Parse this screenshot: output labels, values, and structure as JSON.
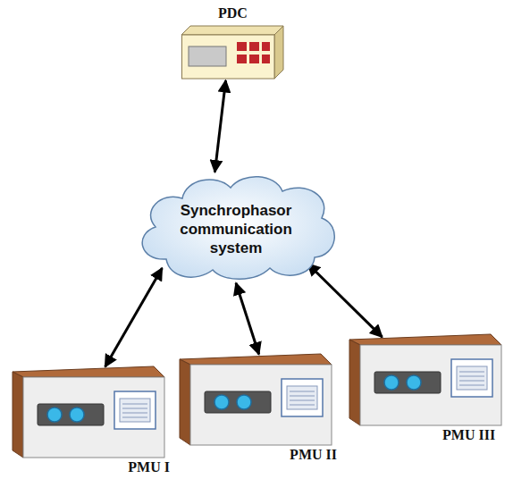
{
  "diagram": {
    "nodes": [
      {
        "text": [
          "PDC"
        ]
      },
      {
        "text": [
          "Synchrophasor communication system"
        ]
      },
      {
        "text": [
          "PMU I"
        ]
      },
      {
        "text": [
          "PMU II"
        ]
      },
      {
        "text": [
          "PMU III"
        ]
      }
    ],
    "edges": [
      {
        "from": 0,
        "to": 1,
        "arrow": "both"
      },
      {
        "from": 1,
        "to": 2,
        "arrow": "both"
      },
      {
        "from": 1,
        "to": 3,
        "arrow": "both"
      },
      {
        "from": 1,
        "to": 4,
        "arrow": "both"
      }
    ]
  }
}
